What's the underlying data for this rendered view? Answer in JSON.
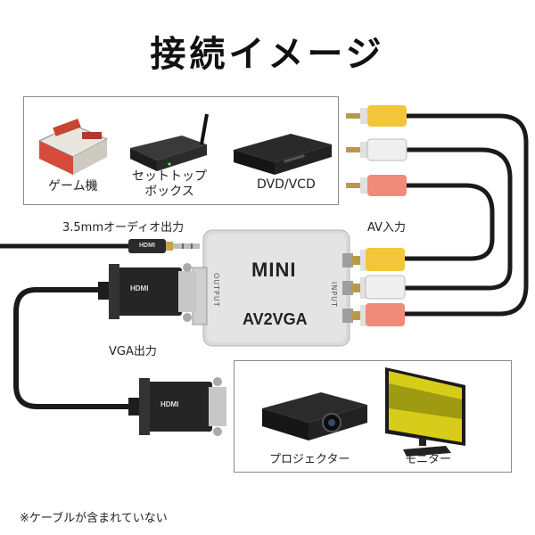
{
  "title": "接続イメージ",
  "sources": {
    "game": "ゲーム機",
    "settop": "セットトップ\nボックス",
    "dvd": "DVD/VCD"
  },
  "audio_label": "3.5mmオーディオ出力",
  "av_in_label": "AV入力",
  "vga_out_label": "VGA出力",
  "adapter": {
    "line1": "MINI",
    "line2": "AV2VGA",
    "left_port": "OUTPUT",
    "right_port": "INPUT"
  },
  "connector_brand": "HDMI",
  "outputs": {
    "projector": "プロジェクター",
    "monitor": "モニター"
  },
  "note": "※ケーブルが含まれていない",
  "colors": {
    "rca_yellow": "#f2c53a",
    "rca_white": "#efefef",
    "rca_red": "#f08a7a",
    "cable": "#1a1a1a",
    "adapter_body": "#d9d9d9",
    "monitor_screen": "#d8cc1a"
  }
}
